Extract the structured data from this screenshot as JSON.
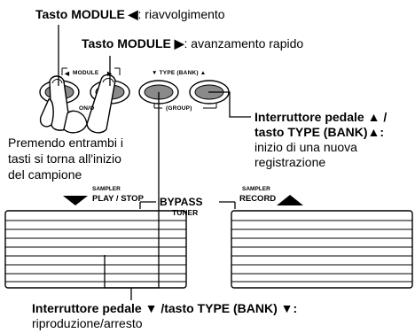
{
  "callouts": {
    "module_left": {
      "title": "Tasto MODULE",
      "arrow": "◀",
      "desc": ": riavvolgimento"
    },
    "module_right": {
      "title": "Tasto MODULE",
      "arrow": "▶",
      "desc": ": avanzamento rapido"
    },
    "both_buttons": {
      "line1": "Premendo entrambi i",
      "line2": "tasti si torna all'inizio",
      "line3": "del campione"
    },
    "record": {
      "line1": "Interruttore pedale ▲ /",
      "line2": "tasto TYPE (BANK)▲:",
      "line3": "inizio di una nuova",
      "line4": "registrazione"
    },
    "play": {
      "line1": "Interruttore pedale ▼ /tasto TYPE (BANK) ▼:",
      "line2": "riproduzione/arresto"
    }
  },
  "device": {
    "module_label": "MODULE",
    "module_left_arrow": "◀",
    "module_right_arrow": "▶",
    "on_off_label": "ON/O",
    "type_label": "▼ TYPE (BANK) ▲",
    "group_label": "(GROUP)",
    "sampler_left_small": "SAMPLER",
    "play_stop_label": "PLAY / STOP",
    "bypass_label": "BYPASS",
    "tuner_label": "TUNER",
    "sampler_right_small": "SAMPLER",
    "record_label": "RECORD"
  }
}
